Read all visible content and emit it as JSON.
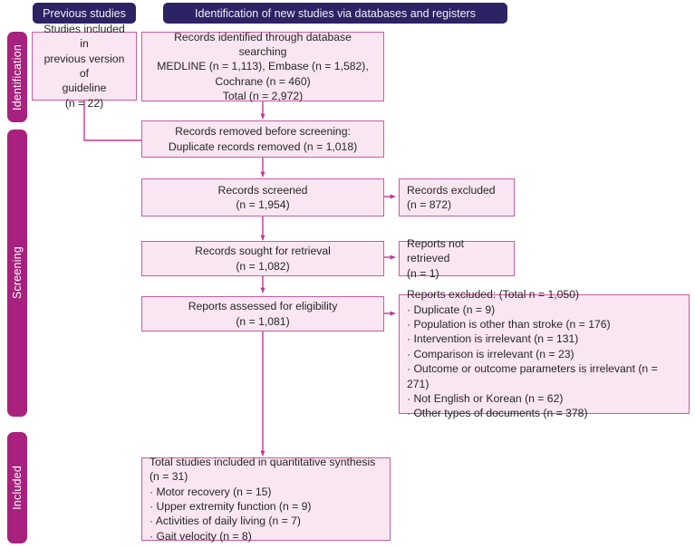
{
  "diagram": {
    "title": "PRISMA flow diagram",
    "colors": {
      "stage_bar": "#A8217F",
      "banner": "#2B2363",
      "node_fill": "#FAE6F2",
      "node_border": "#CB5BA0",
      "connector": "#C13A92",
      "text": "#262626"
    }
  },
  "stage_bars": [
    {
      "label": "Identification"
    },
    {
      "label": "Screening"
    },
    {
      "label": "Included"
    }
  ],
  "banners": [
    {
      "label": "Previous studies"
    },
    {
      "label": "Identification of new studies via databases and registers"
    }
  ],
  "nodes": {
    "previous_studies": {
      "text": "Studies included in\nprevious version of\nguideline\n(n = 22)"
    },
    "records_identified": {
      "text": "Records identified through database searching\nMEDLINE (n = 1,113), Embase (n = 1,582),\nCochrane (n = 460)\nTotal (n = 2,972)"
    },
    "records_removed": {
      "text": "Records removed before screening:\nDuplicate records removed (n = 1,018)"
    },
    "records_screened": {
      "text": "Records screened\n(n = 1,954)"
    },
    "records_excluded": {
      "text": "Records excluded\n(n = 872)"
    },
    "records_sought": {
      "text": "Records sought for retrieval\n(n = 1,082)"
    },
    "reports_not_retrieved": {
      "text": "Reports not retrieved\n(n = 1)"
    },
    "reports_assessed": {
      "text": "Reports assessed for eligibility\n(n = 1,081)"
    },
    "reports_excluded": {
      "text": "Reports excluded: (Total n = 1,050)\n· Duplicate (n = 9)\n· Population is other than stroke (n = 176)\n· Intervention is irrelevant (n = 131)\n· Comparison is irrelevant (n = 23)\n· Outcome or outcome parameters is irrelevant (n = 271)\n· Not English or Korean (n = 62)\n· Other types of documents (n = 378)"
    },
    "total_included": {
      "text": "Total studies included in quantitative synthesis\n(n = 31)\n· Motor recovery (n = 15)\n· Upper extremity function (n = 9)\n· Activities of daily living (n = 7)\n· Gait velocity (n = 8)"
    }
  }
}
